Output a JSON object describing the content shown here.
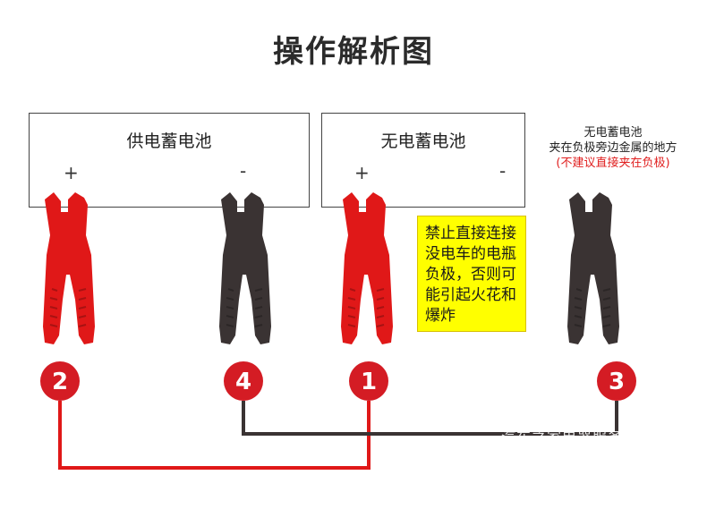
{
  "title": "操作解析图",
  "batteries": {
    "donor": {
      "label": "供电蓄电池",
      "plus": "+",
      "minus": "-"
    },
    "dead": {
      "label": "无电蓄电池",
      "plus": "+",
      "minus": "-"
    }
  },
  "side_note": {
    "line1": "无电蓄电池",
    "line2": "夹在负极旁边金属的地方",
    "line3": "(不建议直接夹在负极)"
  },
  "warning_box": {
    "lines": [
      "禁止直接连接",
      "没电车的电瓶",
      "负极，否则可",
      "能引起火花和",
      "爆炸"
    ]
  },
  "steps": [
    "2",
    "4",
    "1",
    "3"
  ],
  "watermark": "汽车之家电器服务",
  "colors": {
    "red": "#e01818",
    "dark": "#3a3333",
    "step_circle": "#d41c24",
    "warning_bg": "#ffff00"
  }
}
